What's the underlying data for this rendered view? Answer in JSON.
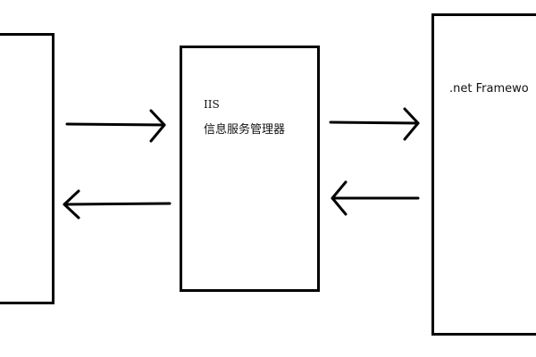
{
  "diagram": {
    "nodes": [
      {
        "id": "client",
        "title": "",
        "subtitle": ""
      },
      {
        "id": "iis",
        "title": "IIS",
        "subtitle": "信息服务管理器"
      },
      {
        "id": "netfx",
        "title": ".net Framewo",
        "subtitle": ""
      }
    ],
    "edges": [
      {
        "from": "client",
        "to": "iis",
        "direction": "right"
      },
      {
        "from": "iis",
        "to": "client",
        "direction": "left"
      },
      {
        "from": "iis",
        "to": "netfx",
        "direction": "right"
      },
      {
        "from": "netfx",
        "to": "iis",
        "direction": "left"
      }
    ],
    "colors": {
      "stroke": "#000000",
      "background": "#ffffff",
      "text": "#111111"
    }
  }
}
